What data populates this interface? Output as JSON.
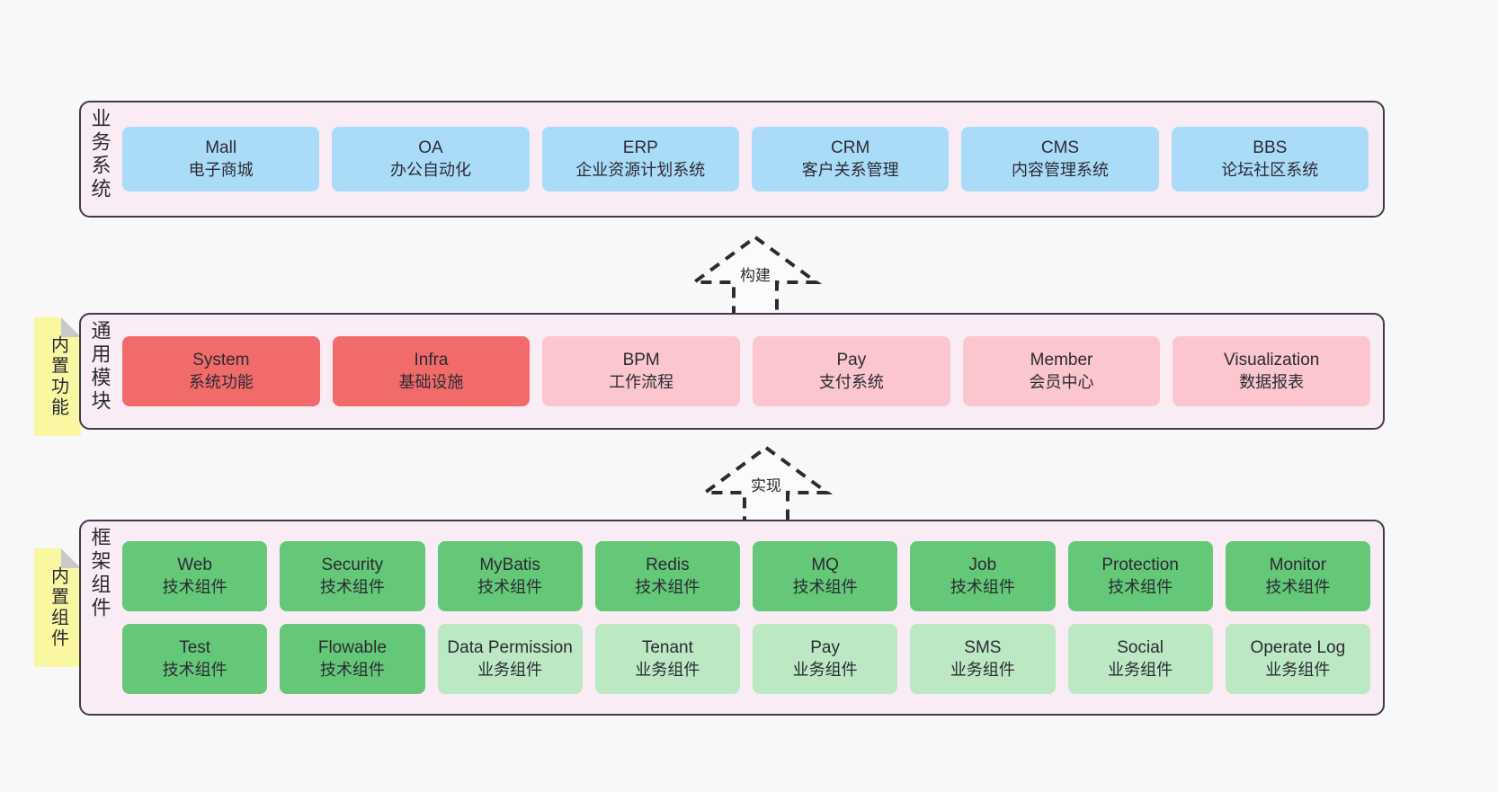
{
  "diagram": {
    "title_vertical_business": "业务系统",
    "title_vertical_modules": "通用模块",
    "title_vertical_framework": "框架组件"
  },
  "sticky_notes": {
    "modules": "内置功能",
    "framework": "内置组件"
  },
  "arrows": [
    {
      "name": "build-arrow",
      "label": "构建"
    },
    {
      "name": "implement-arrow",
      "label": "实现"
    }
  ],
  "colors": {
    "frame_bg": "#f9ecf5",
    "frame_border": "#3c3c4a",
    "business_cell": "#aadcfa",
    "module_core": "#f26b6b",
    "module_plain": "#fbc6ce",
    "tech_component": "#64c878",
    "biz_component": "#bce8c4",
    "sticky": "#f9f7a2",
    "page_bg": "#f8f8f8"
  },
  "business_systems": [
    {
      "name": "Mall",
      "sub": "电子商城"
    },
    {
      "name": "OA",
      "sub": "办公自动化"
    },
    {
      "name": "ERP",
      "sub": "企业资源计划系统"
    },
    {
      "name": "CRM",
      "sub": "客户关系管理"
    },
    {
      "name": "CMS",
      "sub": "内容管理系统"
    },
    {
      "name": "BBS",
      "sub": "论坛社区系统"
    }
  ],
  "common_modules": [
    {
      "name": "System",
      "sub": "系统功能",
      "style": "core"
    },
    {
      "name": "Infra",
      "sub": "基础设施",
      "style": "core"
    },
    {
      "name": "BPM",
      "sub": "工作流程",
      "style": "plain"
    },
    {
      "name": "Pay",
      "sub": "支付系统",
      "style": "plain"
    },
    {
      "name": "Member",
      "sub": "会员中心",
      "style": "plain"
    },
    {
      "name": "Visualization",
      "sub": "数据报表",
      "style": "plain"
    }
  ],
  "framework_components_row1": [
    {
      "name": "Web",
      "sub": "技术组件",
      "style": "tech"
    },
    {
      "name": "Security",
      "sub": "技术组件",
      "style": "tech"
    },
    {
      "name": "MyBatis",
      "sub": "技术组件",
      "style": "tech"
    },
    {
      "name": "Redis",
      "sub": "技术组件",
      "style": "tech"
    },
    {
      "name": "MQ",
      "sub": "技术组件",
      "style": "tech"
    },
    {
      "name": "Job",
      "sub": "技术组件",
      "style": "tech"
    },
    {
      "name": "Protection",
      "sub": "技术组件",
      "style": "tech"
    },
    {
      "name": "Monitor",
      "sub": "技术组件",
      "style": "tech"
    }
  ],
  "framework_components_row2": [
    {
      "name": "Test",
      "sub": "技术组件",
      "style": "tech"
    },
    {
      "name": "Flowable",
      "sub": "技术组件",
      "style": "tech"
    },
    {
      "name": "Data Permission",
      "sub": "业务组件",
      "style": "biz"
    },
    {
      "name": "Tenant",
      "sub": "业务组件",
      "style": "biz"
    },
    {
      "name": "Pay",
      "sub": "业务组件",
      "style": "biz"
    },
    {
      "name": "SMS",
      "sub": "业务组件",
      "style": "biz"
    },
    {
      "name": "Social",
      "sub": "业务组件",
      "style": "biz"
    },
    {
      "name": "Operate Log",
      "sub": "业务组件",
      "style": "biz"
    }
  ]
}
